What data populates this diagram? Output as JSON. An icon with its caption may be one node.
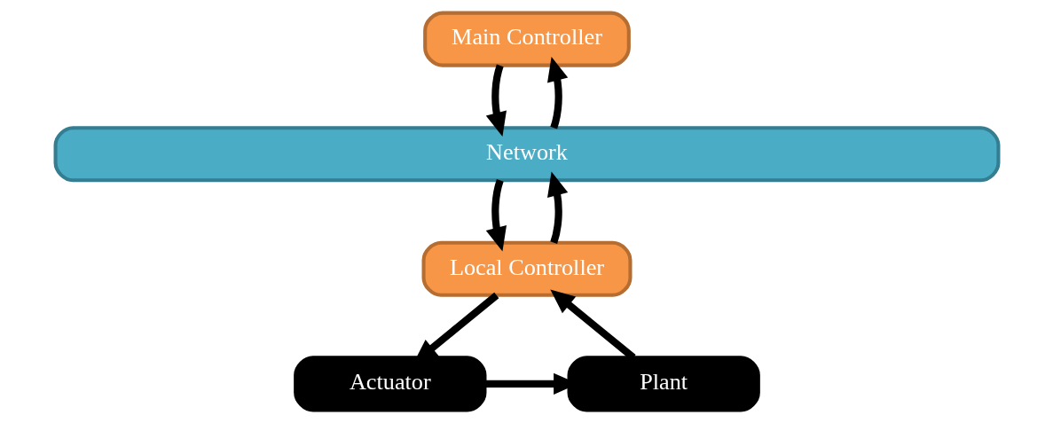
{
  "diagram": {
    "nodes": [
      {
        "text": [
          "Main Controller"
        ]
      },
      {
        "text": [
          "Network"
        ]
      },
      {
        "text": [
          "Local Controller"
        ]
      },
      {
        "text": [
          "Actuator"
        ]
      },
      {
        "text": [
          "Plant"
        ]
      }
    ],
    "edges": [
      {
        "from": 0,
        "to": 1,
        "arrow": "to"
      },
      {
        "from": 1,
        "to": 0,
        "arrow": "to"
      },
      {
        "from": 1,
        "to": 2,
        "arrow": "to"
      },
      {
        "from": 2,
        "to": 1,
        "arrow": "to"
      },
      {
        "from": 2,
        "to": 3,
        "arrow": "to"
      },
      {
        "from": 3,
        "to": 4,
        "arrow": "to"
      },
      {
        "from": 4,
        "to": 2,
        "arrow": "to"
      }
    ]
  }
}
